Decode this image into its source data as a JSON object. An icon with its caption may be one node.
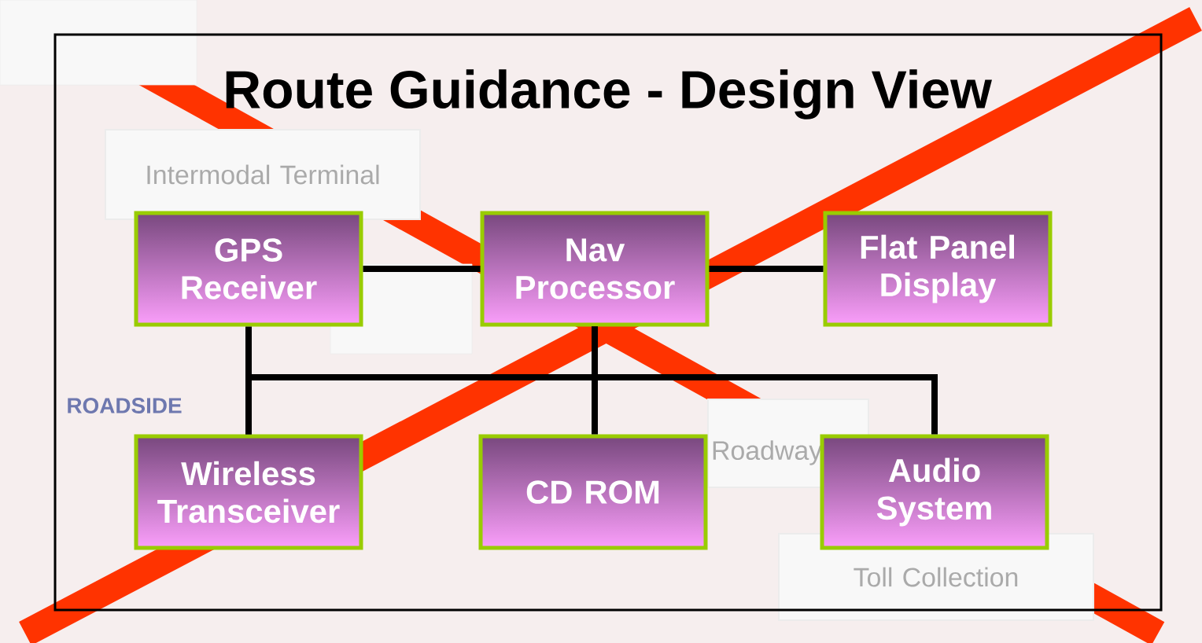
{
  "diagram": {
    "title": "Route Guidance - Design View",
    "nodes": [
      {
        "text": [
          "GPS Receiver"
        ]
      },
      {
        "text": [
          "Nav Processor"
        ]
      },
      {
        "text": [
          "Flat Panel Display"
        ]
      },
      {
        "text": [
          "Wireless Transceiver"
        ]
      },
      {
        "text": [
          "CD ROM"
        ]
      },
      {
        "text": [
          "Audio System"
        ]
      },
      {
        "text": [
          "Intermodal Terminal"
        ]
      },
      {
        "text": [
          "Roadway"
        ]
      },
      {
        "text": [
          "Toll Collection"
        ]
      }
    ],
    "edges": [
      {
        "from": 1,
        "to": 2,
        "arrow": "none"
      },
      {
        "from": 0,
        "to": 3,
        "arrow": "none"
      },
      {
        "from": 1,
        "to": 4,
        "arrow": "none"
      },
      {
        "from": 1,
        "to": 0,
        "arrow": "none"
      },
      {
        "from": 1,
        "to": 3,
        "arrow": "none"
      },
      {
        "from": 1,
        "to": 5,
        "arrow": "none"
      }
    ],
    "labels": [
      "ROADSIDE"
    ]
  }
}
